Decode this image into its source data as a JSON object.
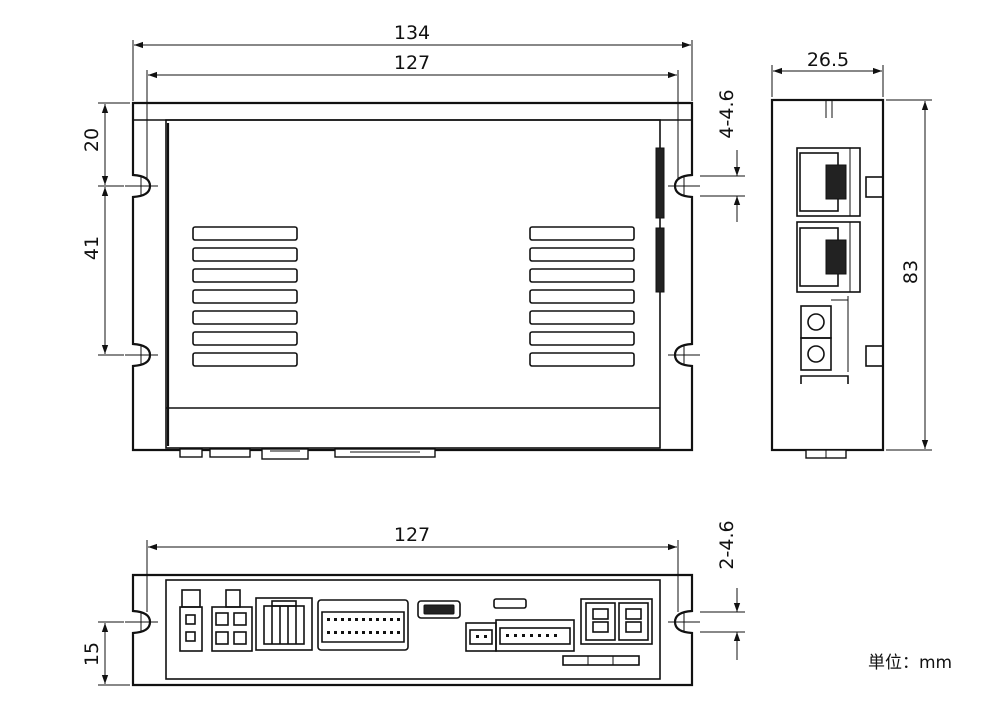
{
  "dimensions": {
    "top_width_outer": "134",
    "top_width_inner": "127",
    "side_depth": "26.5",
    "side_height": "83",
    "hole_spec_top": "4-4.6",
    "left_upper": "20",
    "left_pitch": "41",
    "bottom_width": "127",
    "hole_spec_bottom": "2-4.6",
    "bottom_height": "15"
  },
  "unit_label": "単位：mm",
  "colors": {
    "line": "#111111",
    "background": "#ffffff"
  }
}
